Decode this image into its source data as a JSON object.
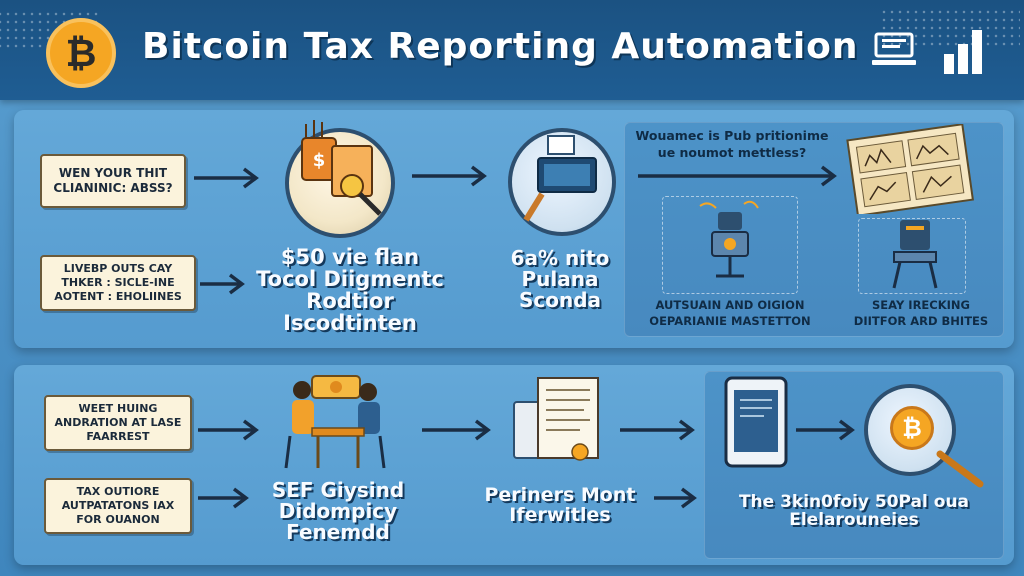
{
  "header": {
    "title": "Bitcoin Tax Reporting Automation",
    "coin_symbol": "₿",
    "icons": [
      "computer-icon",
      "bar-chart-icon"
    ]
  },
  "top_panel": {
    "labels": [
      "WEN YOUR THIT\nCLIANINIC: ABSS?",
      "LIVEBP OUTS CAY\nTHKER : SICLE-INE\nAOTENT : EHOLIINES"
    ],
    "step1_text": "$50 vie flan\nTocol Diigmentc\nRodtior\nIscodtinten",
    "step2_text": "6a% nito\nPulana\nSconda",
    "question": "Wouamec is Pub pritionime\nue noumot mettless?",
    "caption_left": "AUTSUAIN AND OIGION\nOEPARIANIE MASTETTON",
    "caption_right": "SEAY IRECKING\nDIITFOR ARD BHITES"
  },
  "bottom_panel": {
    "labels": [
      "WEET HUING\nANDRATION AT LASE\nFAARREST",
      "TAX OUTIORE\nAUTPATATONS IAX\nFOR OUANON"
    ],
    "step1_text": "SEF Giysind\nDidompicy\nFenemdd",
    "step2_text": "Periners Mont\nIferwitles",
    "step3_text": "The 3kin0foiy 50Pal oua\nElelarouneies",
    "coin_symbol": "₿"
  },
  "colors": {
    "header_bg": "#1f5d93",
    "background": "#4a8fc4",
    "label_bg": "#fbf3dc",
    "bitcoin_orange": "#f5a623",
    "arrow": "#1a2d44"
  }
}
